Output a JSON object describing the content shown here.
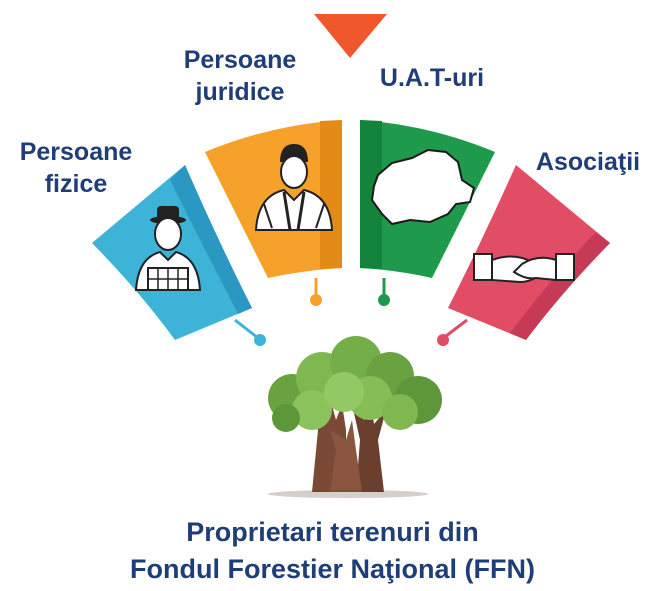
{
  "segments": [
    {
      "label_lines": [
        "Persoane",
        "fizice"
      ],
      "color": "#3db3d7",
      "icon": "farmer-person-icon"
    },
    {
      "label_lines": [
        "Persoane",
        "juridice"
      ],
      "color": "#f6a22a",
      "icon": "business-person-icon"
    },
    {
      "label_lines": [
        "U.A.T-uri"
      ],
      "color": "#1f9a4c",
      "icon": "romania-map-icon"
    },
    {
      "label_lines": [
        "Asociaţii"
      ],
      "color": "#e14d64",
      "icon": "handshake-icon"
    }
  ],
  "pointer": {
    "color": "#f0582b",
    "icon": "pointer-triangle-icon"
  },
  "text_color": "#1f3e78",
  "center_icon": "trees-icon",
  "caption_lines": [
    "Proprietari terenuri din",
    "Fondul Forestier Naţional (FFN)"
  ]
}
